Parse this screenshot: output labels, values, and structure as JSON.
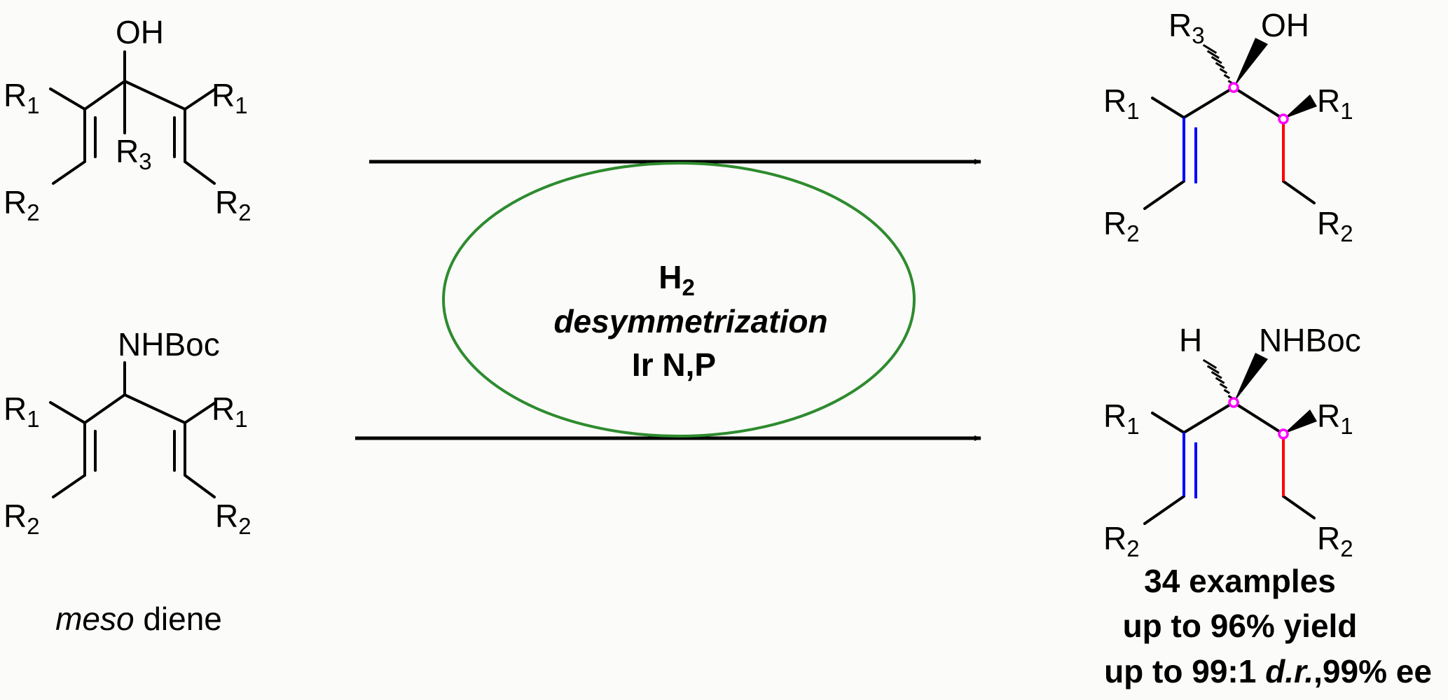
{
  "colors": {
    "ellipse": "#2e8b2e",
    "h2": "#2e8b2e",
    "catalyst": "#f5801e",
    "retained_alkene": "#0000ff",
    "reduced_bond": "#ff0000",
    "stereocenter": "#ff00ff"
  },
  "molecules": [
    {
      "name": "meso-dienol",
      "labels": [
        {
          "t": "OH"
        },
        {
          "t": "R",
          "s": "1"
        },
        {
          "t": "R",
          "s": "3"
        },
        {
          "t": "R",
          "s": "1"
        },
        {
          "t": "R",
          "s": "2"
        },
        {
          "t": "R",
          "s": "2"
        }
      ]
    },
    {
      "name": "meso-diene-amine",
      "labels": [
        {
          "t": "NHBoc"
        },
        {
          "t": "R",
          "s": "1"
        },
        {
          "t": "R",
          "s": "1"
        },
        {
          "t": "R",
          "s": "2"
        },
        {
          "t": "R",
          "s": "2"
        }
      ]
    },
    {
      "name": "product-alcohol",
      "labels": [
        {
          "t": "R",
          "s": "3"
        },
        {
          "t": "OH"
        },
        {
          "t": "R",
          "s": "1"
        },
        {
          "t": "R",
          "s": "1"
        },
        {
          "t": "R",
          "s": "2"
        },
        {
          "t": "R",
          "s": "2"
        }
      ]
    },
    {
      "name": "product-amine",
      "labels": [
        {
          "t": "H"
        },
        {
          "t": "NHBoc"
        },
        {
          "t": "R",
          "s": "1"
        },
        {
          "t": "R",
          "s": "1"
        },
        {
          "t": "R",
          "s": "2"
        },
        {
          "t": "R",
          "s": "2"
        }
      ]
    }
  ],
  "conditions": {
    "reagent": "H",
    "reagent_sub": "2",
    "process": "desymmetrization",
    "catalyst": "Ir N,P"
  },
  "substrate_caption": {
    "italic": "meso",
    "rest": " diene"
  },
  "results": {
    "line1": "34 examples",
    "line2": "up to 96% yield",
    "line3_a": "up to 99:1 ",
    "line3_dr": "d.r.",
    "line3_b": ",99% ee"
  }
}
